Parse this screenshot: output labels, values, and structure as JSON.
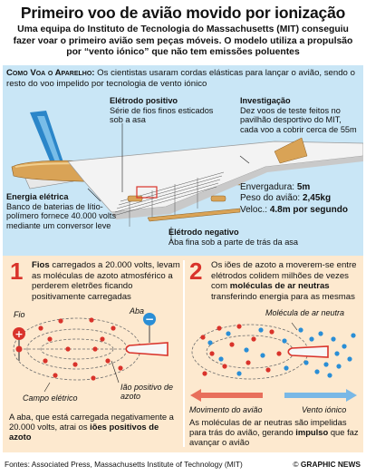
{
  "title": "Primeiro voo de avião movido por ionização",
  "intro": "Uma equipa do Instituto de Tecnologia do Massachusetts (MIT) conseguiu fazer voar o primeiro avião sem peças móveis. O modelo utiliza a propulsão por “vento iónico” que não tem emissões poluentes",
  "how": {
    "title": "Como Voa o Aparelho:",
    "text": "Os cientistas usaram cordas elásticas para lançar o avião, sendo o resto do voo impelido por tecnologia de vento iónico"
  },
  "labels": {
    "positive_title": "Elétrodo positivo",
    "positive_text": "Série de fios finos esticados sob a asa",
    "research_title": "Investigação",
    "research_text": "Dez voos de teste feitos no pavilhão desportivo do MIT, cada voo a cobrir cerca de 55m",
    "energy_title": "Energia elétrica",
    "energy_text": "Banco de baterias de lítio-polímero fornece 40.000 volts mediante um conversor leve",
    "negative_title": "Elétrodo negativo",
    "negative_text": "Aba fina sob a parte de trás da asa"
  },
  "specs": [
    {
      "label": "Envergadura: ",
      "value": "5m"
    },
    {
      "label": "Peso do avião: ",
      "value": "2,45kg"
    },
    {
      "label": "Veloc.: ",
      "value": "4.8m por segundo"
    }
  ],
  "step1": {
    "number": "1",
    "bold": "Fios",
    "text": " carregados a 20.000 volts, levam as moléculas de azoto atmosférico a perderem eletrões ficando positivamente carregadas",
    "fio": "Fio",
    "aba": "Aba",
    "ion": "Ião positivo de azoto",
    "field": "Campo elétrico",
    "bottom_text": "A aba, que está carregada negativamente a 20.000 volts, atrai os ",
    "bottom_bold": "iões positivos de azoto"
  },
  "step2": {
    "number": "2",
    "text1": "Os iões de azoto a moverem-se entre elétrodos colidem milhões de vezes com ",
    "bold": "moléculas de ar neutras",
    "text2": " transferindo energia para as mesmas",
    "molecule": "Molécula de ar neutra",
    "movement": "Movimento do avião",
    "wind": "Vento iónico",
    "bottom_text1": "As moléculas de ar neutras são impelidas para trás do avião, gerando ",
    "bottom_bold": "impulso",
    "bottom_text2": " que faz avançar o avião"
  },
  "footer": {
    "sources": "Fontes: Associated Press, Massachusetts Institute of Technology (MIT)",
    "copyright": "© ",
    "brand": "GRAPHIC NEWS"
  },
  "colors": {
    "sky": "#c9e6f6",
    "panel": "#fde9cf",
    "accent_red": "#d9332b",
    "ion_blue": "#2a8ed6",
    "fuselage_tan": "#d9a356",
    "wing_white": "#f3f3f3"
  }
}
